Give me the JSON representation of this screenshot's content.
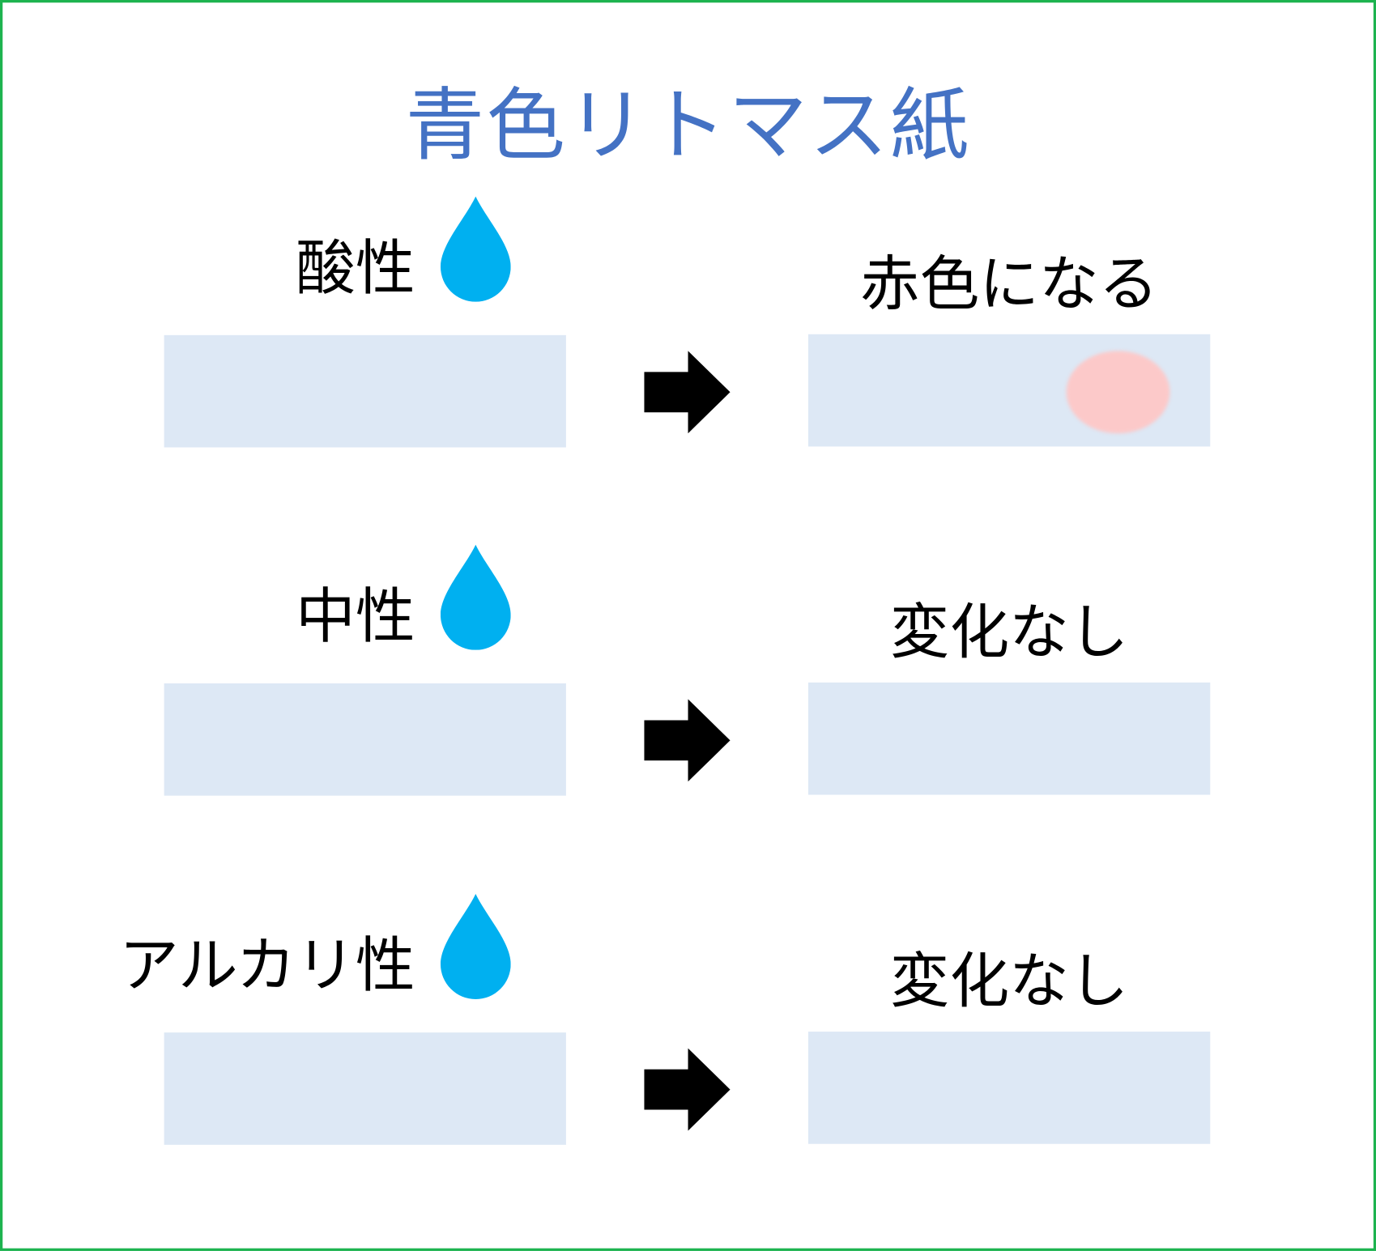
{
  "title": "青色リトマス紙",
  "rows": [
    {
      "label": "酸性",
      "result": "赤色になる",
      "color_change": true
    },
    {
      "label": "中性",
      "result": "変化なし",
      "color_change": false
    },
    {
      "label": "アルカリ性",
      "result": "変化なし",
      "color_change": false
    }
  ],
  "colors": {
    "title": "#4472c4",
    "drop": "#00b0f0",
    "paper": "#dde8f5",
    "red_spot": "#fcc9c9",
    "border": "#1db34f"
  },
  "icons": {
    "drop": "water-drop-icon",
    "arrow": "right-arrow-icon"
  }
}
